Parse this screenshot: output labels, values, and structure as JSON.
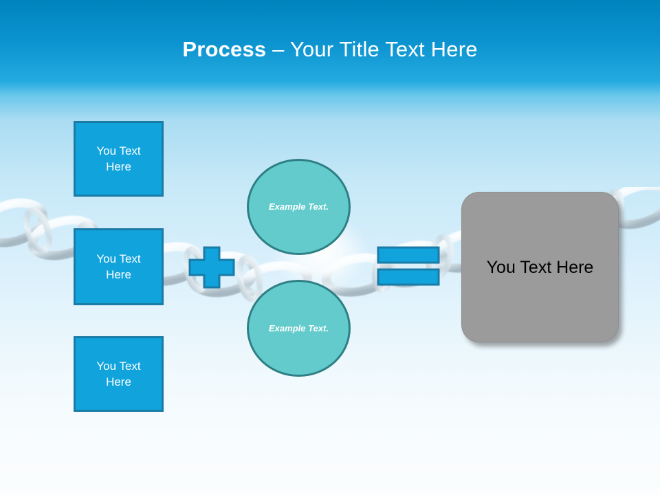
{
  "slide": {
    "title": {
      "bold_part": "Process",
      "regular_part": " – Your Title Text Here"
    },
    "colors": {
      "header_blue": "#0083bd",
      "sky_blue": "#aadcf2",
      "box_blue_fill": "#10a3dc",
      "box_blue_border": "#1a7ba6",
      "circle_teal_fill": "#63cbcb",
      "circle_teal_border": "#2e7f85",
      "result_gray_fill": "#9b9b9b",
      "title_text": "#ffffff",
      "result_text": "#000000"
    },
    "background": {
      "image_name": "broken-chain-photo"
    },
    "input_boxes": [
      {
        "label": "You Text Here"
      },
      {
        "label": "You Text Here"
      },
      {
        "label": "You Text Here"
      }
    ],
    "operators": {
      "plus": {
        "icon": "plus-icon",
        "symbol": "+"
      },
      "equals": {
        "icon": "equals-icon",
        "symbol": "="
      }
    },
    "circles": [
      {
        "label": "Example Text."
      },
      {
        "label": "Example Text."
      }
    ],
    "result": {
      "label": "You Text Here"
    }
  }
}
